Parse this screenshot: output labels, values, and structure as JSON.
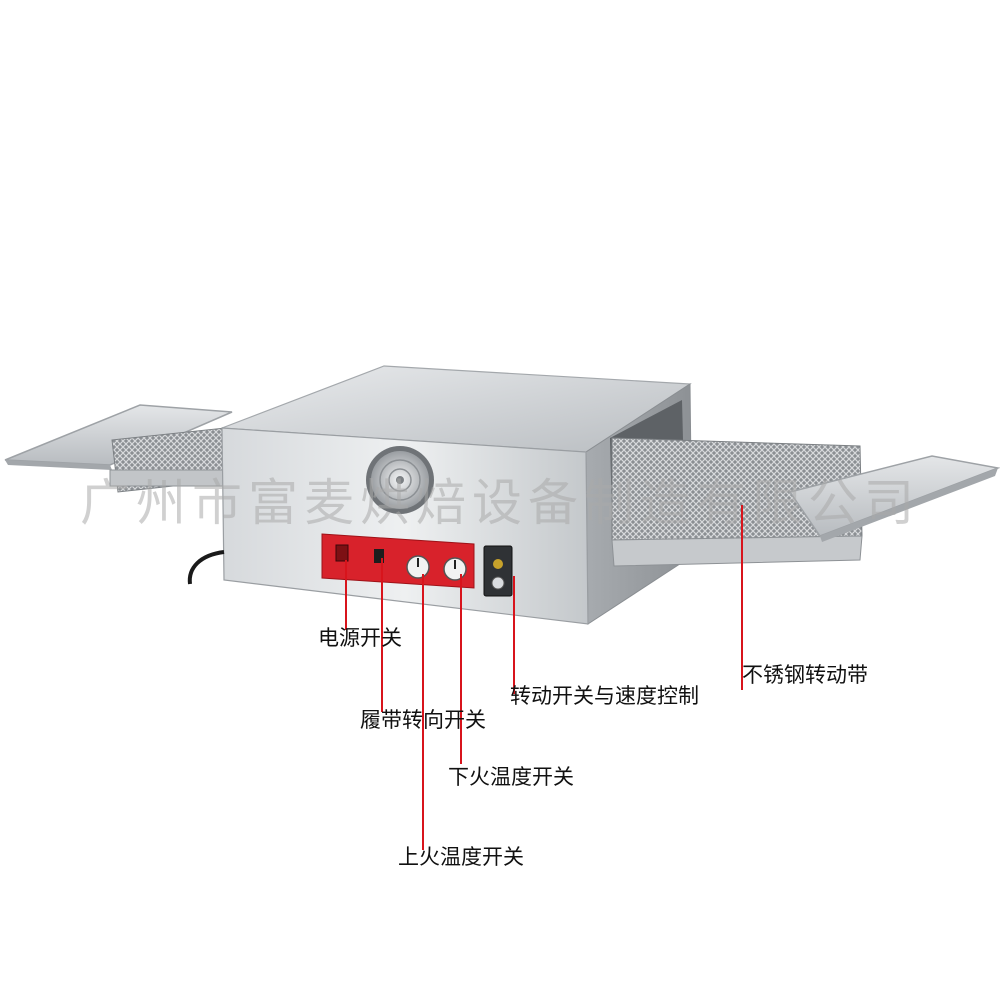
{
  "watermark": "广州市富麦烘焙设备制造有限公司",
  "labels": {
    "power_switch": "电源开关",
    "belt_direction_switch": "履带转向开关",
    "rotation_speed_control": "转动开关与速度控制",
    "stainless_belt": "不锈钢转动带",
    "bottom_heat_switch": "下火温度开关",
    "top_heat_switch": "上火温度开关"
  },
  "colors": {
    "pointer_line": "#d8141c",
    "control_panel": "#d8222b",
    "steel": "#c9cccf"
  }
}
